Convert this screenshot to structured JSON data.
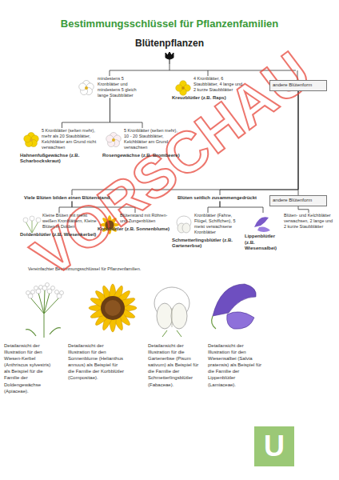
{
  "diagram": {
    "title": "Bestimmungsschlüssel für Pflanzenfamilien",
    "caption": "Vereinfachter Bestimmungsschlüssel für Pflanzenfamilien.",
    "nodes": [
      {
        "text": [
          "mindestens 5 Kronblätter und mindestens 5 gleich lange Staubblätter"
        ]
      },
      {
        "text": [
          "4 Kronblätter, 6 Staubblätter, 4 lange und 2 kurze Staubblätter",
          "Kreuzblütler (z.B. Raps)"
        ]
      },
      {
        "text": [
          "andere Blütenform"
        ]
      },
      {
        "text": [
          "5 Kronblätter (selten mehr), mehr als 20 Staubblätter, Kelchblätter am Grund nicht verwachsen",
          "Hahnenfußgewächse (z.B. Scharbockskraut)"
        ]
      },
      {
        "text": [
          "5 Kronblätter (selten mehr), 10 - 20 Staubblätter, Kelchblätter am Grund verwachsen",
          "Rosengewächse (z.B. Brombeere)"
        ]
      },
      {
        "text": [
          "Viele Blüten bilden einen Blütenstand"
        ]
      },
      {
        "text": [
          "Blüten seitlich zusammengedrückt"
        ]
      },
      {
        "text": [
          "andere Blütenform"
        ]
      },
      {
        "text": [
          "Kleine Blüten mit meist weißen Kronblättern, Kleine Blüten in Dolden",
          "Doldenblütler (z.B. Wiesenkerbel)"
        ]
      },
      {
        "text": [
          "Blütenstand mit Röhren- und Zungenblüten",
          "Korbblütler (z.B. Sonnenblume)"
        ]
      },
      {
        "text": [
          "Kronblätter (Fahne, Flügel, Schiffchen), 5 meist verwachsene Kronblätter",
          "Schmetterlingsblütler (z.B. Gartenerbse)"
        ]
      },
      {
        "text": [
          "Lippenblütler (z.B. Wiesensalbei)"
        ]
      },
      {
        "text": [
          "Blüten- und Kelchblätter verwachsen, 2 lange und 2 kurze Staubblätter"
        ]
      }
    ],
    "edges": [
      {
        "from": 0,
        "to": 3,
        "arrow": "none"
      },
      {
        "from": 0,
        "to": 4,
        "arrow": "none"
      },
      {
        "from": 2,
        "to": 5,
        "arrow": "none"
      },
      {
        "from": 2,
        "to": 6,
        "arrow": "none"
      },
      {
        "from": 2,
        "to": 7,
        "arrow": "none"
      },
      {
        "from": 5,
        "to": 8,
        "arrow": "none"
      },
      {
        "from": 5,
        "to": 9,
        "arrow": "none"
      },
      {
        "from": 6,
        "to": 10,
        "arrow": "none"
      },
      {
        "from": 6,
        "to": 11,
        "arrow": "none"
      },
      {
        "from": 7,
        "to": 12,
        "arrow": "none"
      }
    ],
    "labels": [
      "Blütenpflanzen",
      "Detailansicht der Illustration für den Wiesen-Kerbel (Anthriscus sylvestris) als Beispiel für die Familie der Doldengewächse (Apiaceae).",
      "Detailansicht der Illustration für den Sonnenblume (Helianthus annuus) als Beispiel für die Familie der Korbblütler (Compositae).",
      "Detailansicht der Illustration für die Gartenerbse (Pisum sativum) als Beispiel für die Familie der Schmetterlingsblütler (Fabaceae).",
      "Detailansicht der Illustration für den Wiesensalbei (Salvia pratensis) als Beispiel für die Familie der Lippenblütler (Lamiaceae).",
      "VORSCHAU",
      "U"
    ]
  }
}
